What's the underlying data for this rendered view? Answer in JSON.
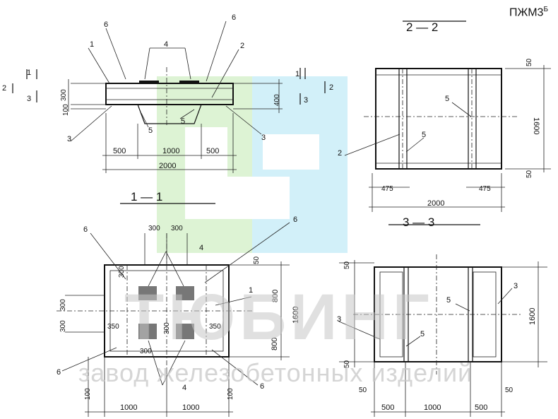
{
  "title": "ПЖМ3",
  "title_sup": "Б",
  "watermark": {
    "word": "ТЮБИНГ",
    "subtitle": "завод железобетонных изделий"
  },
  "sections": {
    "s11": "1 — 1",
    "s22": "2 — 2",
    "s33": "3 — 3"
  },
  "cut_marks": {
    "c1": "1",
    "c2": "2",
    "c3": "3"
  },
  "dims": {
    "d2000": "2000",
    "d1000": "1000",
    "d500": "500",
    "d1600": "1600",
    "d800": "800",
    "d475": "475",
    "d300": "300",
    "d400": "400",
    "d350": "350",
    "d100": "100",
    "d50": "50"
  },
  "callouts": {
    "p1": "1",
    "p2": "2",
    "p3": "3",
    "p4": "4",
    "p5": "5",
    "p6": "6"
  },
  "colors": {
    "line": "#111111",
    "logo_green": "#d9f2cf",
    "logo_blue": "#cdeef8",
    "watermark_text": "#c8c8c8"
  }
}
